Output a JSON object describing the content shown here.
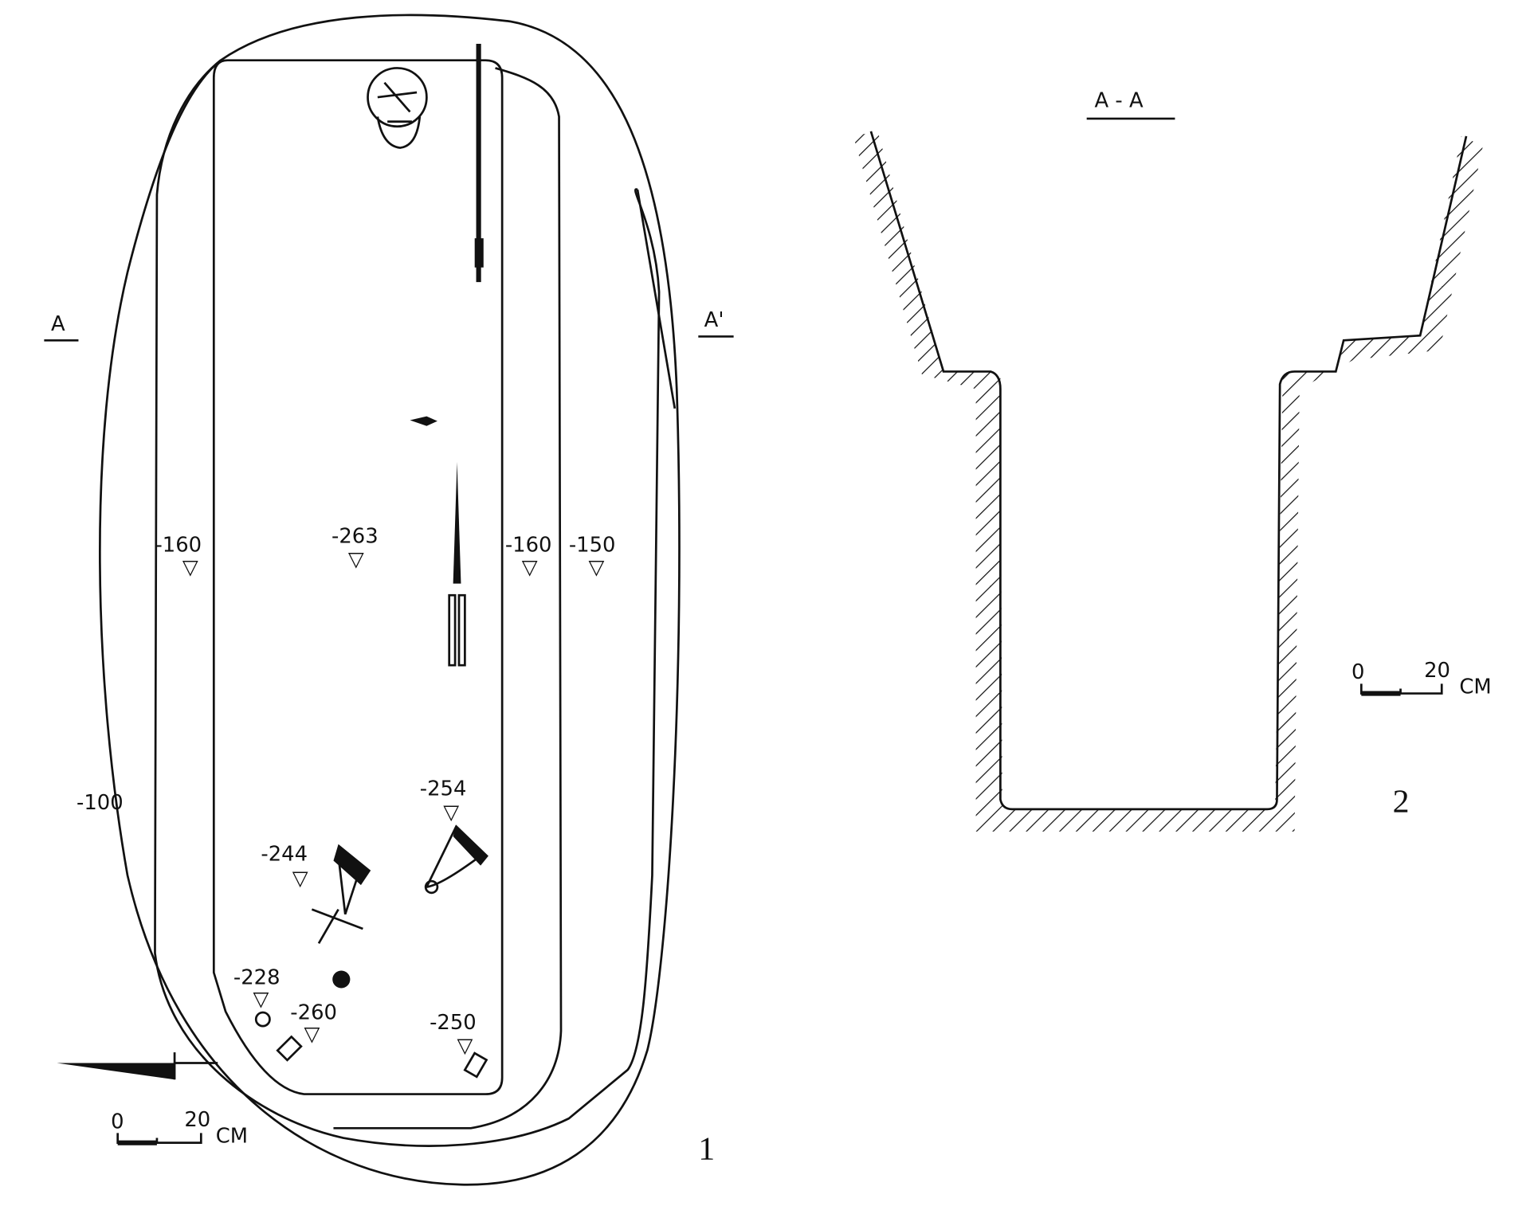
{
  "figure_1": {
    "number": "1",
    "section_marker_left": "A",
    "section_marker_right": "A'",
    "depth_labels": [
      "-160",
      "-263",
      "-160",
      "-150",
      "-100",
      "-254",
      "-244",
      "-228",
      "-260",
      "-250"
    ],
    "scale": {
      "zero": "0",
      "twenty": "20",
      "unit": "CM"
    }
  },
  "figure_2": {
    "number": "2",
    "title": "A - A",
    "scale": {
      "zero": "0",
      "twenty": "20",
      "unit": "CM"
    }
  },
  "colors": {
    "ink": "#111111",
    "paper": "#ffffff"
  }
}
